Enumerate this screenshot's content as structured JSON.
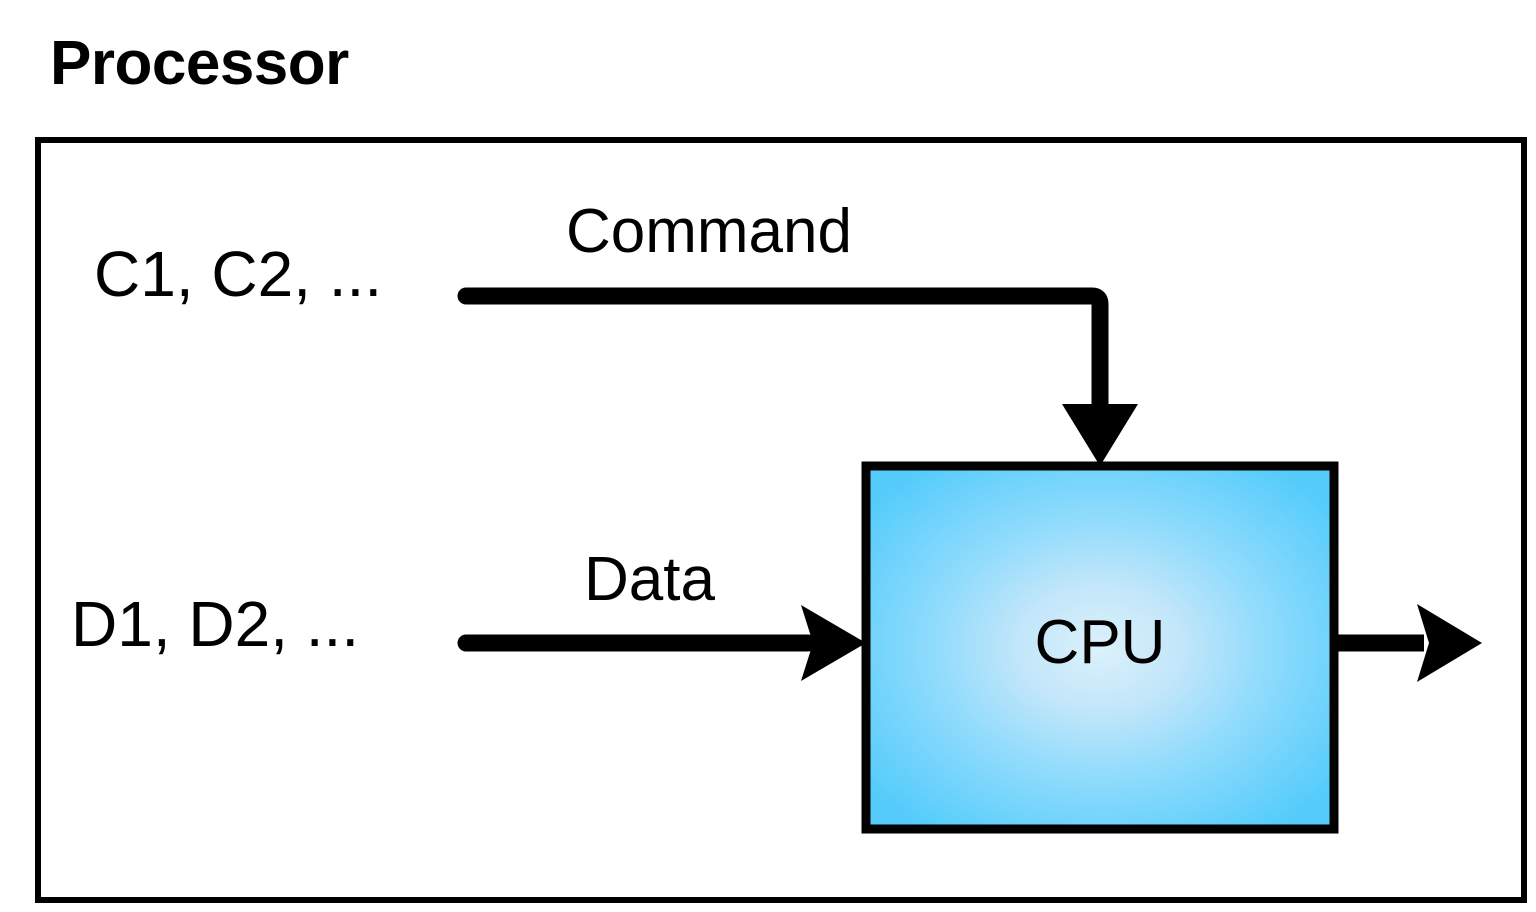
{
  "diagram": {
    "title": "Processor",
    "frame_name": "processor-boundary",
    "blocks": [
      {
        "id": "cpu",
        "label": "CPU",
        "fill_center": "#D5EDF9",
        "fill_edge": "#55CCFB",
        "stroke": "#000000"
      }
    ],
    "inputs": {
      "command_signals": "C1, C2, ...",
      "data_signals": "D1, D2, ..."
    },
    "edges": [
      {
        "id": "command-edge",
        "label": "Command",
        "from": "C1, C2, ...",
        "to": "CPU",
        "shape": "elbow-down"
      },
      {
        "id": "data-edge",
        "label": "Data",
        "from": "D1, D2, ...",
        "to": "CPU",
        "shape": "straight-right"
      },
      {
        "id": "output-edge",
        "label": "",
        "from": "CPU",
        "to": "",
        "shape": "straight-right"
      }
    ],
    "colors": {
      "ink": "#000000",
      "background": "#FFFFFF",
      "cpu_accent": "#55CCFB"
    }
  }
}
